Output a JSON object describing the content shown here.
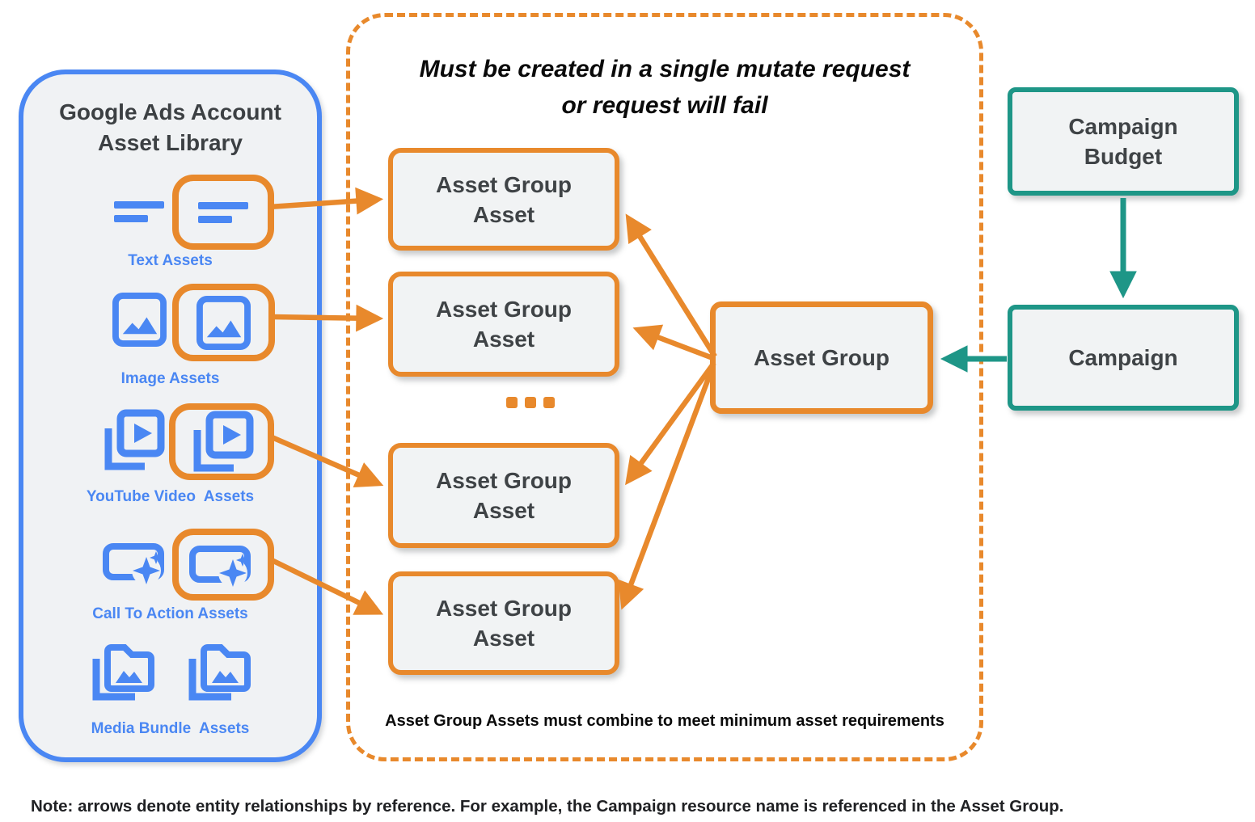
{
  "colors": {
    "blue": "#4A87F3",
    "orange": "#E8892C",
    "teal": "#1E9687",
    "box_fill": "#F1F3F4",
    "panel_fill": "#F0F2F4",
    "dark_text": "#3C4043"
  },
  "library": {
    "title_line1": "Google Ads Account",
    "title_line2": "Asset Library",
    "items": [
      {
        "label": "Text Assets",
        "icon": "text-asset-icon"
      },
      {
        "label": "Image Assets",
        "icon": "image-asset-icon"
      },
      {
        "label": "YouTube Video  Assets",
        "icon": "youtube-video-asset-icon"
      },
      {
        "label": "Call To Action Assets",
        "icon": "call-to-action-asset-icon"
      },
      {
        "label": "Media Bundle  Assets",
        "icon": "media-bundle-asset-icon"
      }
    ]
  },
  "mutate_group": {
    "title_line1": "Must be created in a single mutate request",
    "title_line2": "or request will fail",
    "asset_boxes": [
      {
        "line1": "Asset Group",
        "line2": "Asset"
      },
      {
        "line1": "Asset Group",
        "line2": "Asset"
      },
      {
        "line1": "Asset Group",
        "line2": "Asset"
      },
      {
        "line1": "Asset Group",
        "line2": "Asset"
      }
    ],
    "ellipsis": "...",
    "caption": "Asset Group Assets must combine to meet minimum asset requirements"
  },
  "entities": {
    "asset_group": "Asset Group",
    "campaign_budget_line1": "Campaign",
    "campaign_budget_line2": "Budget",
    "campaign": "Campaign"
  },
  "note": "Note: arrows denote entity relationships by reference. For example, the Campaign resource name is referenced in the Asset Group."
}
